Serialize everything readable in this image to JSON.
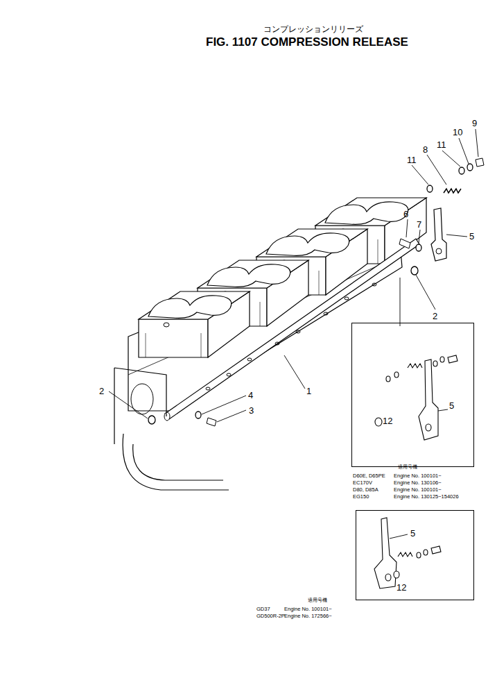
{
  "diagram": {
    "title": "FIG. 1107 COMPRESSION RELEASE",
    "nodes": [
      {
        "text": [
          "5",
          "12"
        ]
      },
      {
        "text": [
          "5",
          "12"
        ]
      }
    ],
    "labels": [
      "コンプレッションリリーズ",
      "9",
      "10",
      "11",
      "8",
      "11",
      "6",
      "7",
      "5",
      "2",
      "1",
      "2",
      "4",
      "3",
      "適用号機",
      "D60E, D65PE",
      "Engine No. 100101~",
      "EC170V",
      "Engine No. 130106~",
      "D80, D85A",
      "Engine No. 100101~",
      "EG150",
      "Engine No. 130125~154026",
      "適用号機",
      "GD37",
      "Engine No. 100101~",
      "GD500R-2P",
      "Engine No. 172566~"
    ]
  }
}
